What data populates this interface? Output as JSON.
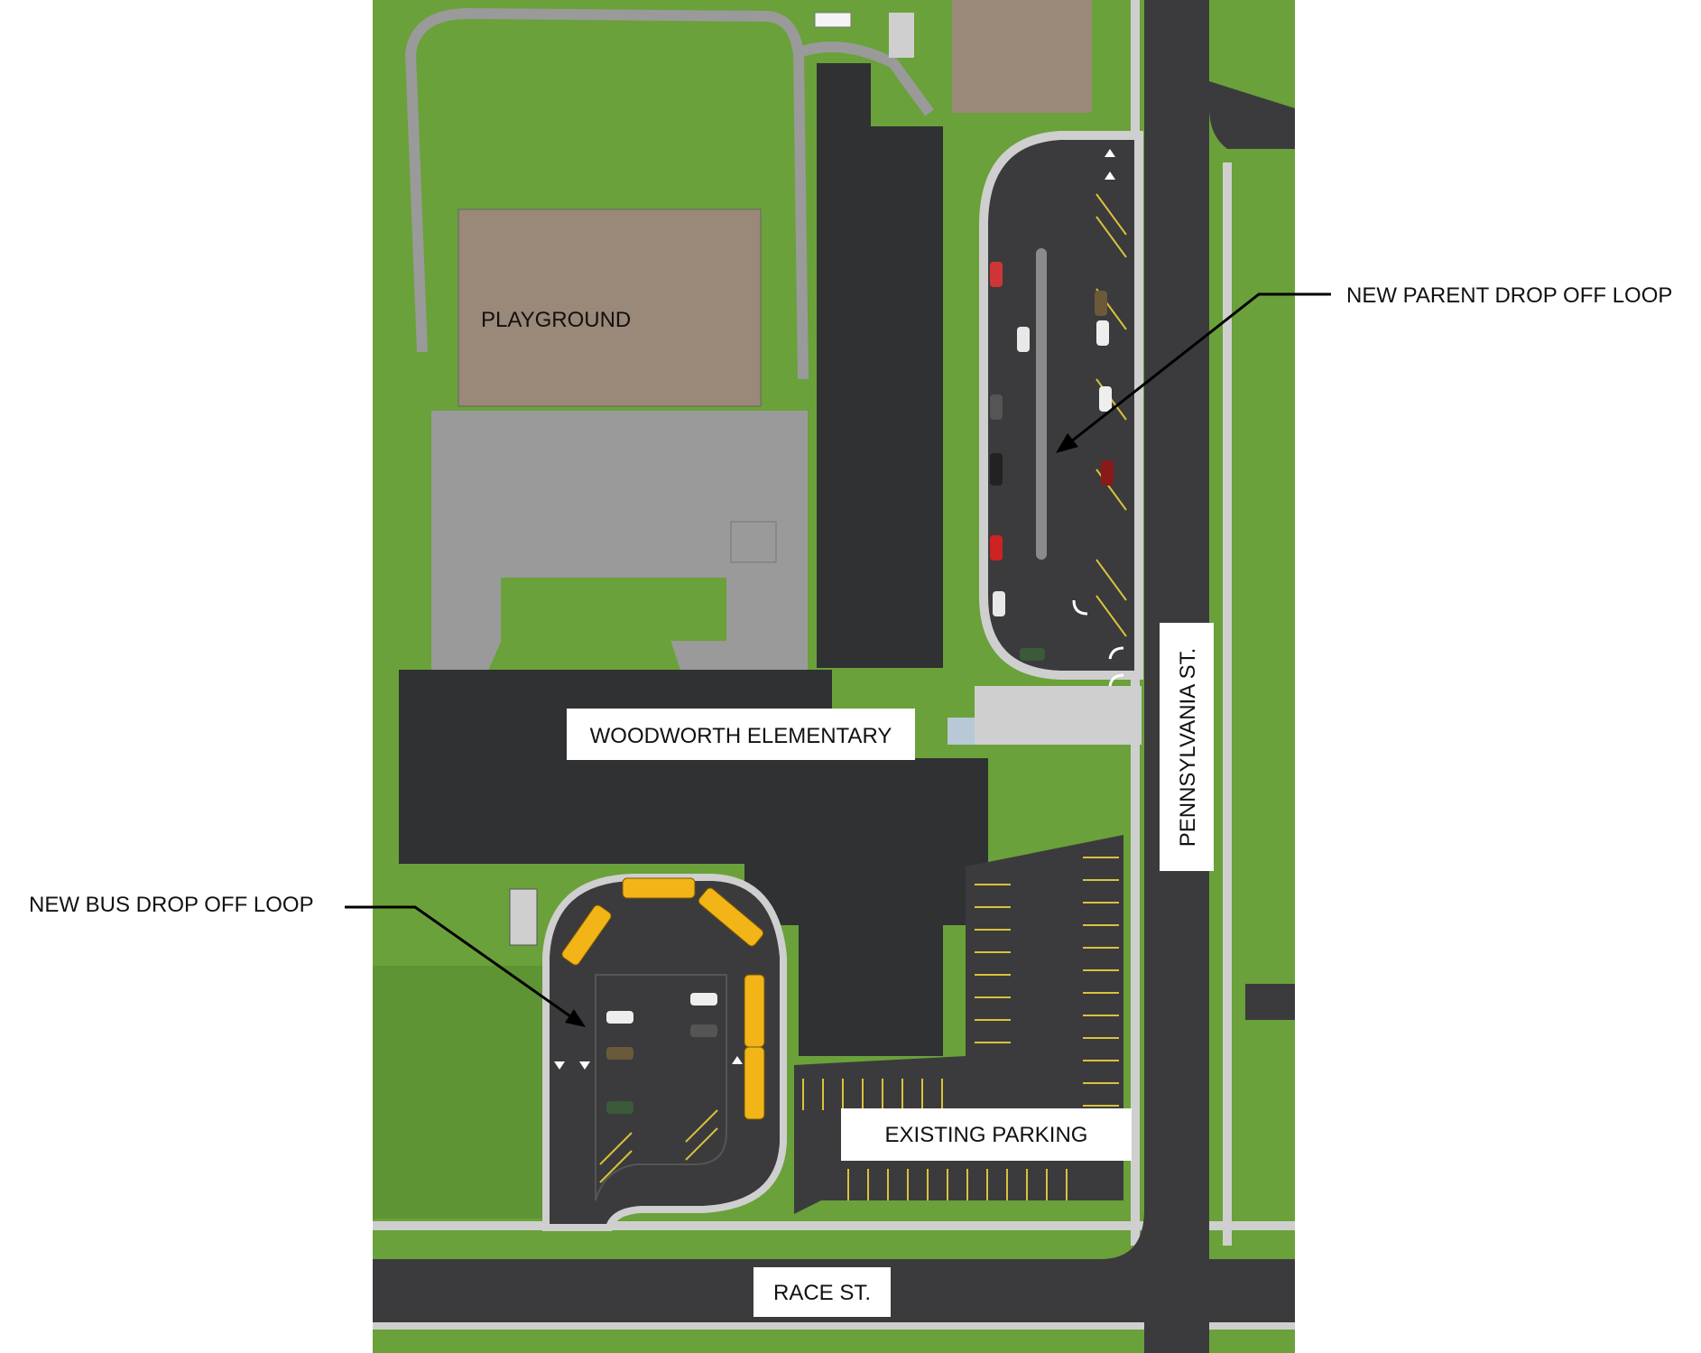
{
  "labels": {
    "playground": "PLAYGROUND",
    "school": "WOODWORTH ELEMENTARY",
    "parent_loop": "NEW PARENT DROP OFF LOOP",
    "bus_loop": "NEW BUS DROP OFF LOOP",
    "existing_parking": "EXISTING PARKING",
    "race_st": "RACE ST.",
    "pennsylvania_st": "PENNSYLVANIA ST."
  },
  "colors": {
    "grass": "#6aa13a",
    "asphalt": "#3b3b3d",
    "roof": "#2f3133",
    "sidewalk": "#cfcfcf",
    "playground": "#9a8878",
    "hardcourt": "#9a9a9a",
    "parking_stripes": "#d9c23a",
    "bus": "#f2b417",
    "label_box": "#ffffff"
  },
  "icons": {
    "north_arrow": "arrow-up-icon",
    "south_arrow": "arrow-down-icon",
    "turn_arrow": "turn-arrow-icon"
  }
}
